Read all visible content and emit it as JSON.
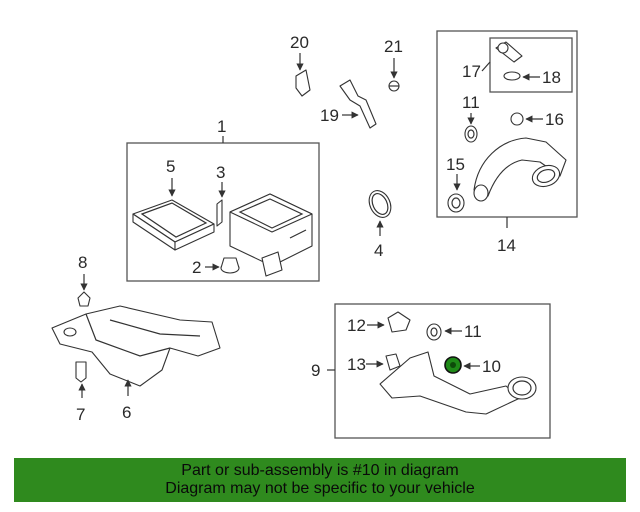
{
  "callouts": {
    "c1": "1",
    "c2": "2",
    "c3": "3",
    "c4": "4",
    "c5": "5",
    "c6": "6",
    "c7": "7",
    "c8": "8",
    "c9": "9",
    "c10": "10",
    "c11a": "11",
    "c11b": "11",
    "c12": "12",
    "c13": "13",
    "c14": "14",
    "c15": "15",
    "c16": "16",
    "c17": "17",
    "c18": "18",
    "c19": "19",
    "c20": "20",
    "c21": "21"
  },
  "highlighted_part": "10",
  "colors": {
    "banner": "#2f8a1e",
    "highlight": "#1f8a18",
    "line": "#333333"
  },
  "banner": {
    "line1": "Part or sub-assembly is #10 in diagram",
    "line2": "Diagram may not be specific to your vehicle"
  }
}
